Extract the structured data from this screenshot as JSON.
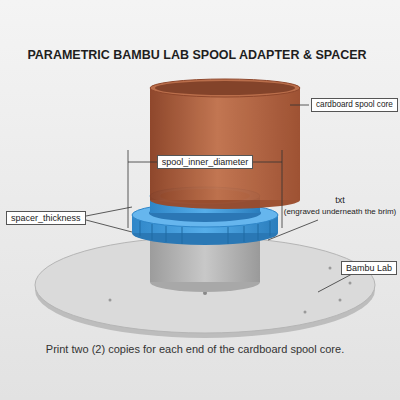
{
  "diagram": {
    "title": "PARAMETRIC BAMBU LAB SPOOL ADAPTER & SPACER",
    "caption": "Print two (2) copies for each end of the cardboard spool core.",
    "nodes": [
      {
        "text": [
          "cardboard spool core"
        ]
      },
      {
        "text": [
          "spool_inner_diameter"
        ]
      },
      {
        "text": [
          "spacer_thickness"
        ]
      },
      {
        "text": [
          "Bambu Lab"
        ]
      }
    ],
    "labels": [
      "txt",
      "(engraved underneath the brim)"
    ]
  }
}
